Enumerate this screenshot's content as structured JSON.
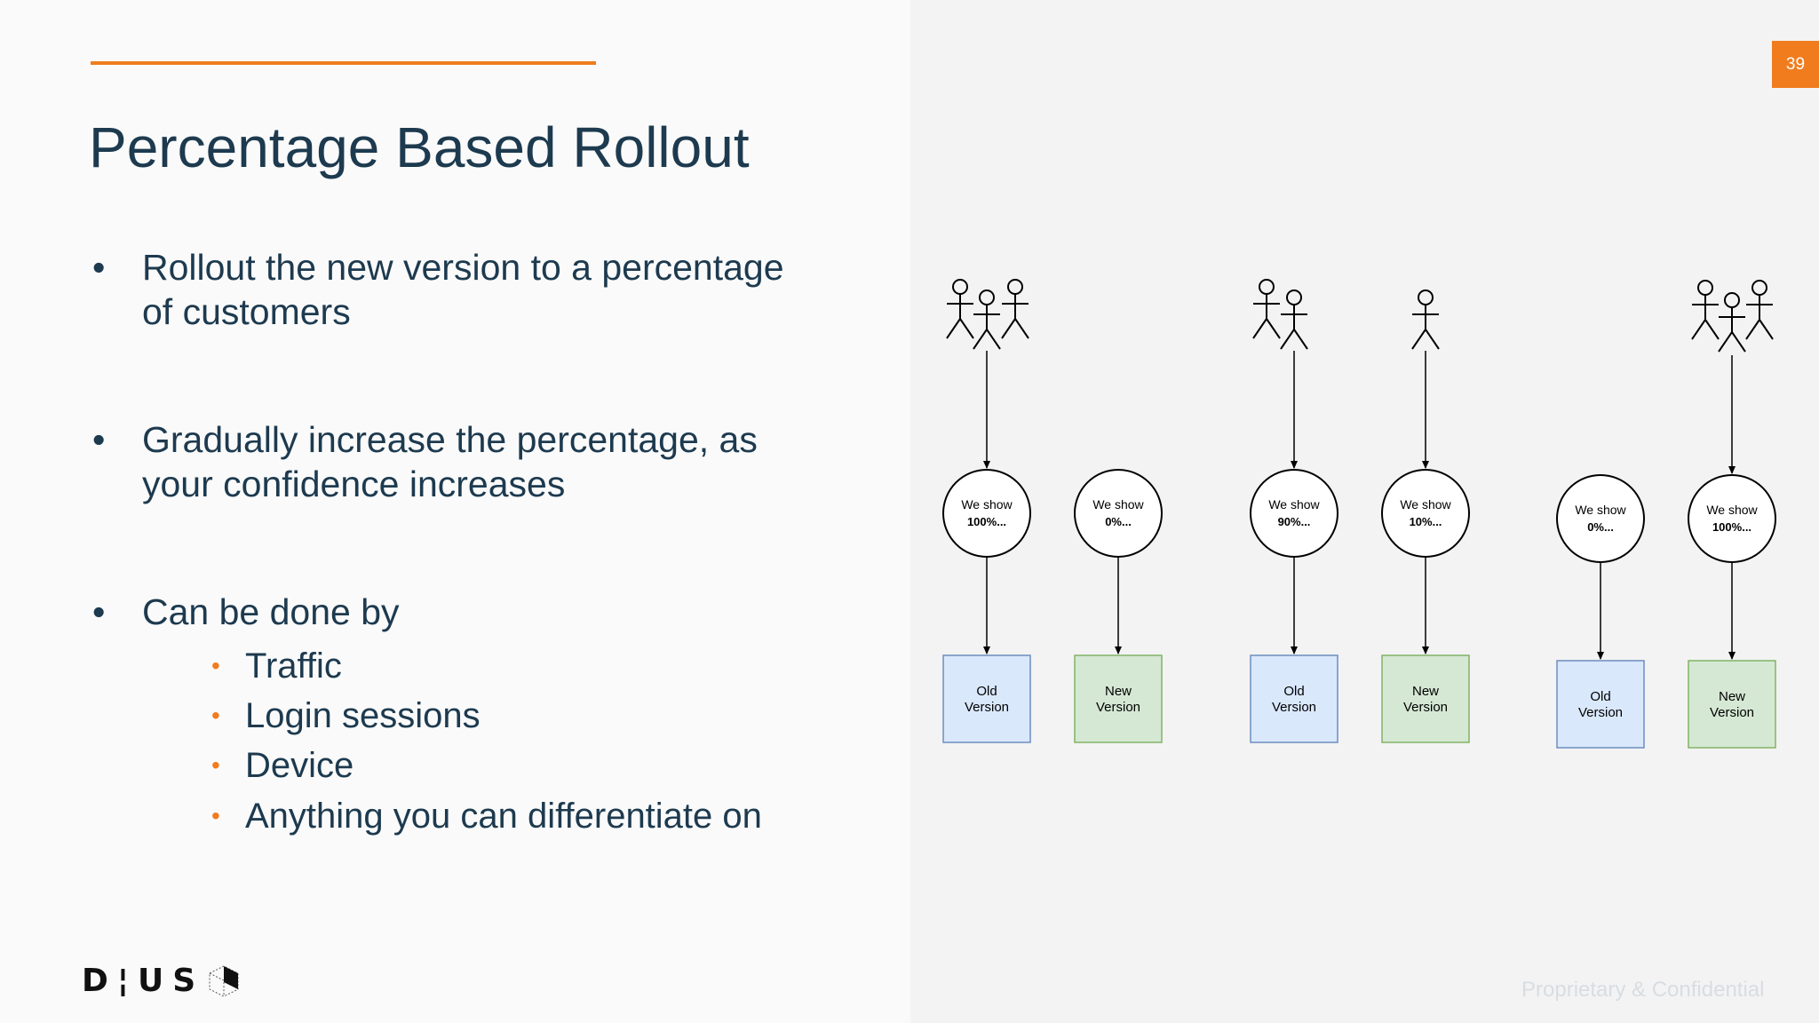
{
  "slide": {
    "title": "Percentage Based Rollout",
    "page_number": "39",
    "footer": "Proprietary & Confidential",
    "logo_text": "D¦US",
    "accent_color": "#f07c1e"
  },
  "bullets": [
    {
      "marker": "•",
      "line1": "Rollout the new version to a percentage",
      "line2": "of customers"
    },
    {
      "marker": "•",
      "line1": "Gradually increase the percentage, as",
      "line2": "your confidence increases"
    },
    {
      "marker": "•",
      "line1": "Can be done by",
      "line2": ""
    }
  ],
  "sub_bullets": [
    {
      "marker": "•",
      "text": "Traffic"
    },
    {
      "marker": "•",
      "text": "Login sessions"
    },
    {
      "marker": "•",
      "text": "Device"
    },
    {
      "marker": "•",
      "text": "Anything you can differentiate on"
    }
  ],
  "diagram": {
    "circles": [
      {
        "l1": "We show",
        "l2": "100%..."
      },
      {
        "l1": "We show",
        "l2": "0%..."
      },
      {
        "l1": "We show",
        "l2": "90%..."
      },
      {
        "l1": "We show",
        "l2": "10%..."
      },
      {
        "l1": "We show",
        "l2": "0%..."
      },
      {
        "l1": "We show",
        "l2": "100%..."
      }
    ],
    "boxes": [
      {
        "l1": "Old",
        "l2": "Version",
        "fill": "#dae8fc",
        "stroke": "#6c8ebf"
      },
      {
        "l1": "New",
        "l2": "Version",
        "fill": "#d5e8d4",
        "stroke": "#82b366"
      },
      {
        "l1": "Old",
        "l2": "Version",
        "fill": "#dae8fc",
        "stroke": "#6c8ebf"
      },
      {
        "l1": "New",
        "l2": "Version",
        "fill": "#d5e8d4",
        "stroke": "#82b366"
      },
      {
        "l1": "Old",
        "l2": "Version",
        "fill": "#dae8fc",
        "stroke": "#6c8ebf"
      },
      {
        "l1": "New",
        "l2": "Version",
        "fill": "#d5e8d4",
        "stroke": "#82b366"
      }
    ]
  }
}
